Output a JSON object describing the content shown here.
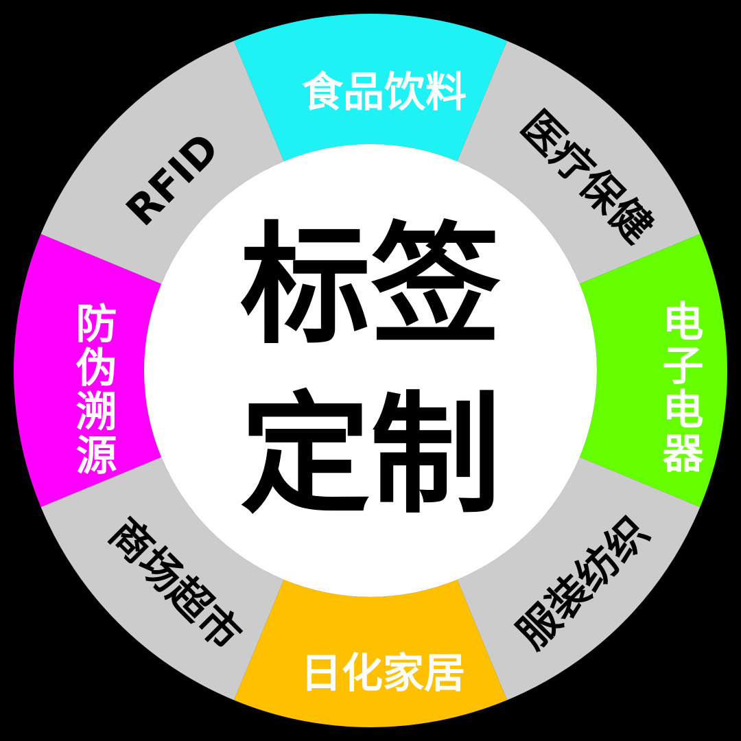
{
  "title": [
    "标签",
    "定制"
  ],
  "segments": [
    {
      "label": "食品饮料",
      "color": "#1ff2f5",
      "text_color": "#ffffff"
    },
    {
      "label": "医疗保健",
      "color": "#cccccc",
      "text_color": "#000000"
    },
    {
      "label": "电子电器",
      "color": "#66ff00",
      "text_color": "#ffffff"
    },
    {
      "label": "服装纺织",
      "color": "#cccccc",
      "text_color": "#000000"
    },
    {
      "label": "日化家居",
      "color": "#ffc000",
      "text_color": "#ffffff"
    },
    {
      "label": "商场超市",
      "color": "#cccccc",
      "text_color": "#000000"
    },
    {
      "label": "防伪溯源",
      "color": "#ff00ff",
      "text_color": "#ffffff"
    },
    {
      "label": "RFID",
      "color": "#cccccc",
      "text_color": "#000000"
    }
  ]
}
